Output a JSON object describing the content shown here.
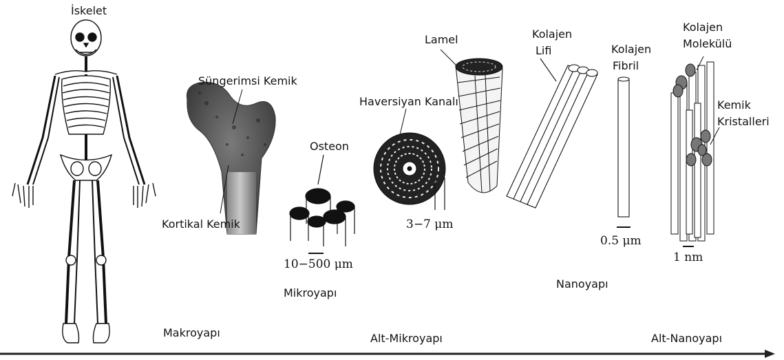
{
  "labels": {
    "skeleton": "İskelet",
    "cancellous": "Süngerimsi Kemik",
    "cortical": "Kortikal Kemik",
    "osteon": "Osteon",
    "haversian": "Haversiyan Kanalı",
    "lamella": "Lamel",
    "fiber_line1": "Kolajen",
    "fiber_line2": "Lifi",
    "fibril_line1": "Kolajen",
    "fibril_line2": "Fibril",
    "molecule_line1": "Kolajen",
    "molecule_line2": "Molekülü",
    "crystal_line1": "Kemik",
    "crystal_line2": "Kristalleri"
  },
  "scales": {
    "osteon": "10−500 μm",
    "lamella": "3−7 μm",
    "fibril": "0.5 μm",
    "molecule": "1 nm"
  },
  "levels": {
    "macro": "Makroyapı",
    "sub_micro": "Alt-Mikroyapı",
    "micro": "Mikroyapı",
    "nano": "Nanoyapı",
    "sub_nano": "Alt-Nanoyapı"
  }
}
